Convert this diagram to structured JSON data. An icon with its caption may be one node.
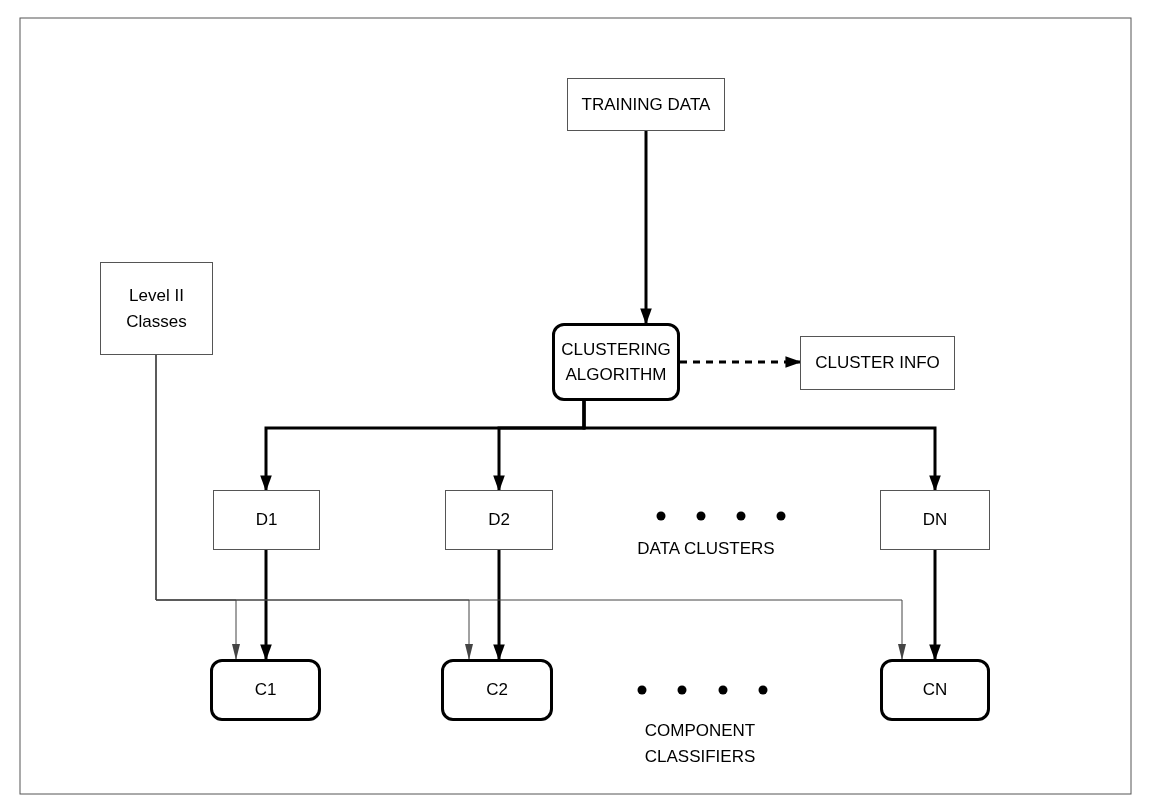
{
  "diagram": {
    "nodes": [
      {
        "text": [
          "TRAINING DATA"
        ]
      },
      {
        "text": [
          "Level II Classes"
        ]
      },
      {
        "text": [
          "CLUSTERING ALGORITHM"
        ]
      },
      {
        "text": [
          "CLUSTER INFO"
        ]
      },
      {
        "text": [
          "D1"
        ]
      },
      {
        "text": [
          "D2"
        ]
      },
      {
        "text": [
          "DN"
        ]
      },
      {
        "text": [
          "C1"
        ]
      },
      {
        "text": [
          "C2"
        ]
      },
      {
        "text": [
          "CN"
        ]
      }
    ],
    "edges": [
      {
        "from": 0,
        "to": 2,
        "arrow": "to"
      },
      {
        "from": 2,
        "to": 3,
        "arrow": "to",
        "style": "dashed"
      },
      {
        "from": 2,
        "to": 4,
        "arrow": "to"
      },
      {
        "from": 2,
        "to": 5,
        "arrow": "to"
      },
      {
        "from": 2,
        "to": 6,
        "arrow": "to"
      },
      {
        "from": 4,
        "to": 7,
        "arrow": "to"
      },
      {
        "from": 5,
        "to": 8,
        "arrow": "to"
      },
      {
        "from": 6,
        "to": 9,
        "arrow": "to"
      },
      {
        "from": 1,
        "to": 7,
        "arrow": "to",
        "color": "#444444"
      },
      {
        "from": 1,
        "to": 8,
        "arrow": "to",
        "color": "#444444"
      },
      {
        "from": 1,
        "to": 9,
        "arrow": "to",
        "color": "#444444"
      }
    ],
    "labels": [
      "DATA CLUSTERS",
      "COMPONENT CLASSIFIERS"
    ]
  }
}
